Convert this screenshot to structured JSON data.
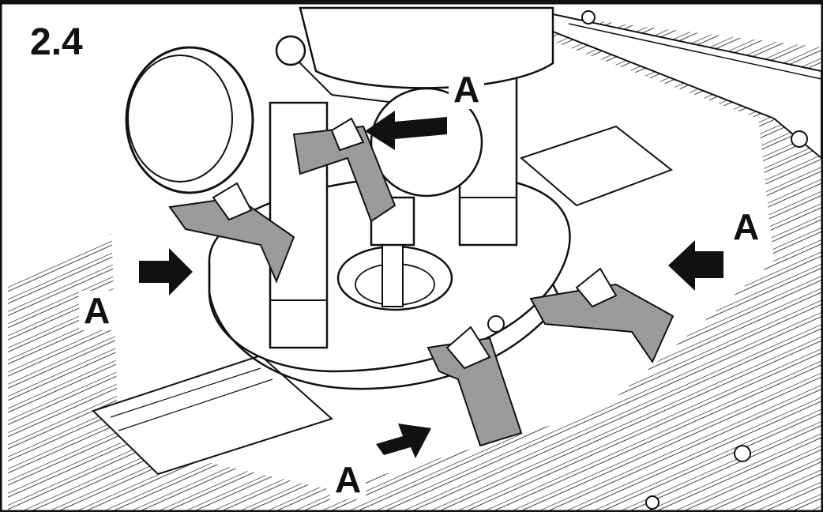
{
  "figure": {
    "number": "2.4",
    "callout_letter": "A",
    "colors": {
      "line": "#111111",
      "clamp_fill": "#9b9b9b",
      "background": "#ffffff",
      "arrow": "#111111"
    },
    "callouts": [
      {
        "id": "top",
        "label": "A"
      },
      {
        "id": "right",
        "label": "A"
      },
      {
        "id": "left",
        "label": "A"
      },
      {
        "id": "bottom",
        "label": "A"
      }
    ]
  }
}
